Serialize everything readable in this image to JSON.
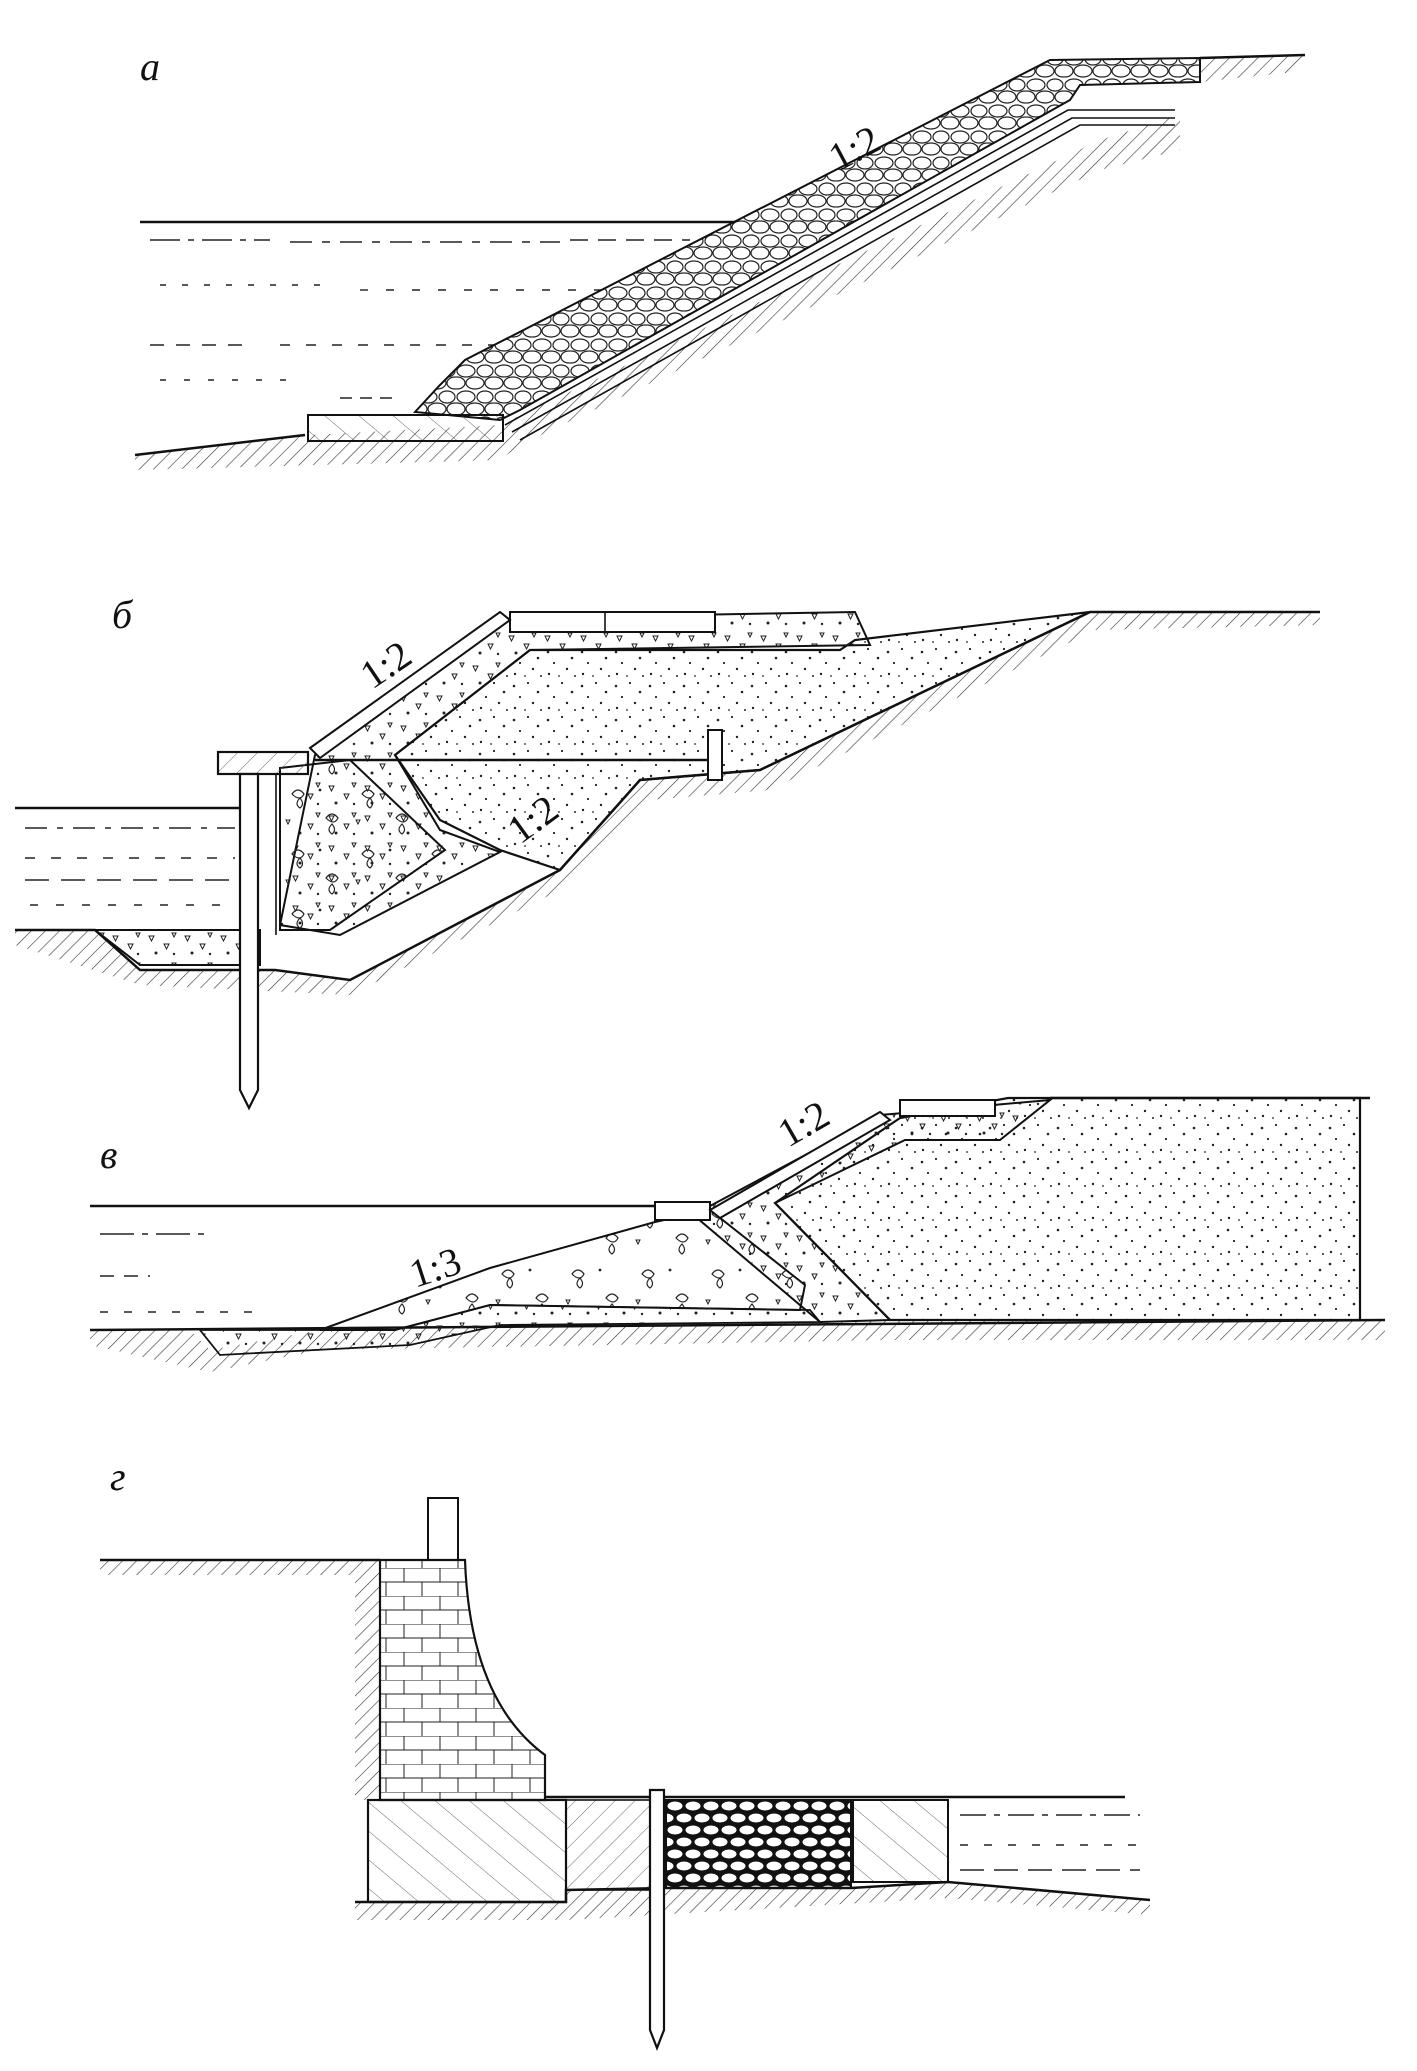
{
  "figure": {
    "panels": [
      {
        "id": "a",
        "letter": "а",
        "slope_labels": [
          "1:2"
        ]
      },
      {
        "id": "b",
        "letter": "б",
        "slope_labels": [
          "1:2",
          "1:2"
        ]
      },
      {
        "id": "v",
        "letter": "в",
        "slope_labels": [
          "1:2",
          "1:3"
        ]
      },
      {
        "id": "g",
        "letter": "г",
        "slope_labels": []
      }
    ]
  }
}
